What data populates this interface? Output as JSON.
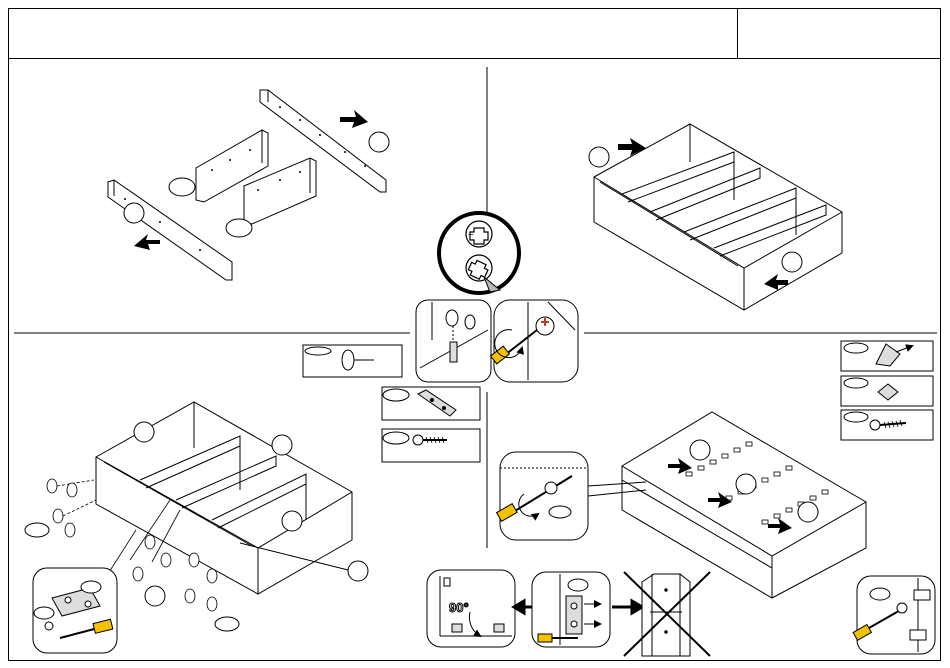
{
  "sheet": {
    "title": "",
    "code": ""
  },
  "steps": {
    "angle_label": "90°"
  },
  "colors": {
    "line": "#000000",
    "screwdriver_handle": "#f2c200",
    "screwdriver_grip": "#3a3a3a",
    "highlight": "#c0392b",
    "panel_fill": "#ffffff",
    "shade": "#b8b8b8"
  },
  "icons": [
    "top-shelf-panels-step",
    "assembled-drawer-box",
    "cam-lock-detail",
    "dowel-part-box",
    "bracket-part-box",
    "screw-part-box",
    "corner-block-part-box",
    "plate-part-box",
    "long-screw-part-box",
    "frame-assembly-step",
    "base-panel-screwing-step",
    "right-angle-check",
    "warning-cross"
  ]
}
